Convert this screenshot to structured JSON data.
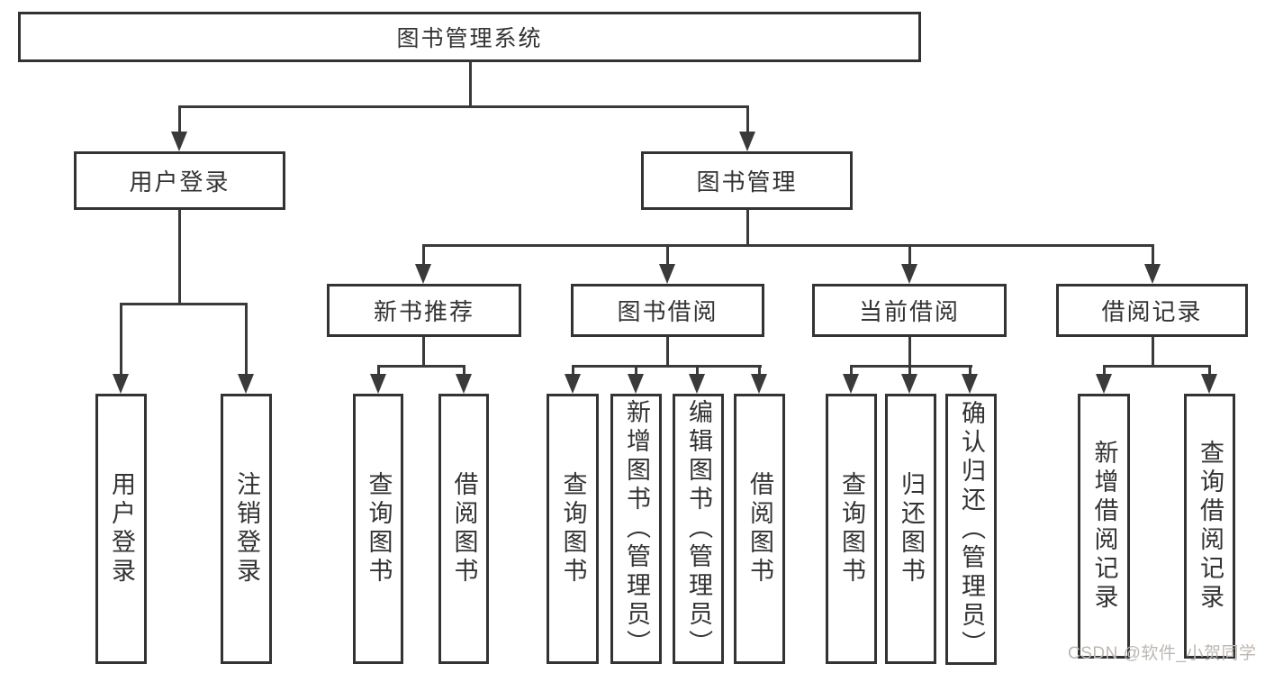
{
  "diagram": {
    "root": {
      "label": "图书管理系统"
    },
    "user_login": {
      "label": "用户登录",
      "children": [
        {
          "label": "用户登录"
        },
        {
          "label": "注销登录"
        }
      ]
    },
    "book_management": {
      "label": "图书管理",
      "sections": [
        {
          "label": "新书推荐",
          "children": [
            {
              "label": "查询图书"
            },
            {
              "label": "借阅图书"
            }
          ]
        },
        {
          "label": "图书借阅",
          "children": [
            {
              "label": "查询图书"
            },
            {
              "label": "新增图书（管理员）"
            },
            {
              "label": "编辑图书（管理员）"
            },
            {
              "label": "借阅图书"
            }
          ]
        },
        {
          "label": "当前借阅",
          "children": [
            {
              "label": "查询图书"
            },
            {
              "label": "归还图书"
            },
            {
              "label": "确认归还（管理员）"
            }
          ]
        },
        {
          "label": "借阅记录",
          "children": [
            {
              "label": "新增借阅记录"
            },
            {
              "label": "查询借阅记录"
            }
          ]
        }
      ]
    }
  },
  "watermark": {
    "text": "CSDN @软件_小贺同学"
  },
  "colors": {
    "line": "#3a3a3a",
    "box_border": "#333333",
    "text": "#333333",
    "watermark": "#bdb7b1",
    "background": "#ffffff"
  }
}
